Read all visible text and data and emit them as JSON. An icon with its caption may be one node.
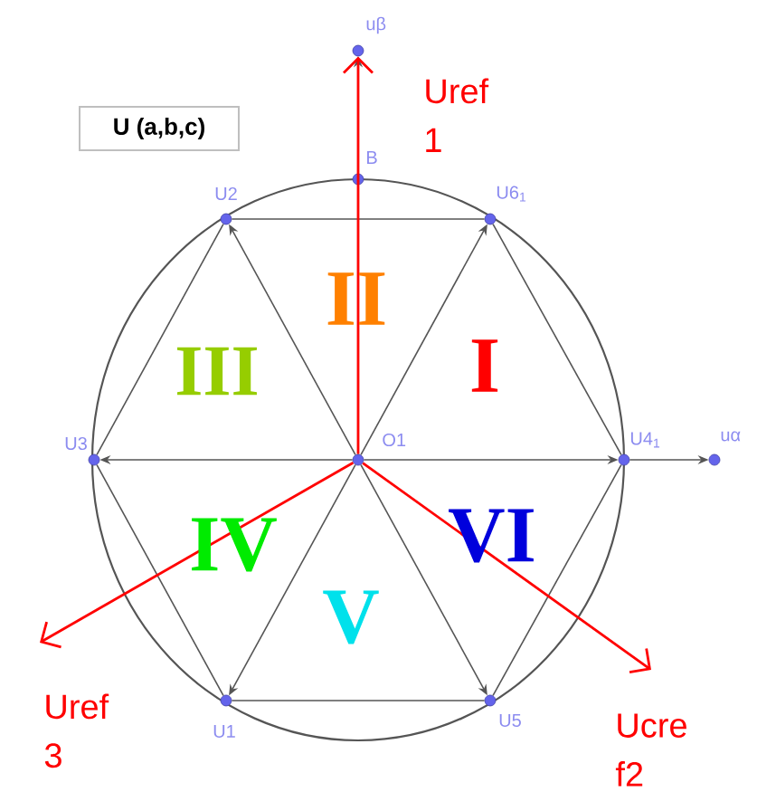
{
  "diagram": {
    "nodes": [
      {
        "text": [
          "O1"
        ]
      },
      {
        "text": [
          "uβ"
        ]
      },
      {
        "text": [
          "B"
        ]
      },
      {
        "text": [
          "U2"
        ]
      },
      {
        "text": [
          "U6$_{1}$"
        ]
      },
      {
        "text": [
          "U3"
        ]
      },
      {
        "text": [
          "U4$_{1}$"
        ]
      },
      {
        "text": [
          "uα"
        ]
      },
      {
        "text": [
          "U1"
        ]
      },
      {
        "text": [
          "U5"
        ]
      }
    ],
    "edges": [
      {
        "from": 0,
        "to": 1,
        "arrow": "to"
      },
      {
        "from": 0,
        "to": 4,
        "arrow": "to"
      },
      {
        "from": 0,
        "to": 3,
        "arrow": "to"
      },
      {
        "from": 0,
        "to": 5,
        "arrow": "to"
      },
      {
        "from": 0,
        "to": 6,
        "arrow": "to"
      },
      {
        "from": 6,
        "to": 7,
        "arrow": "to"
      },
      {
        "from": 0,
        "to": 8,
        "arrow": "to"
      },
      {
        "from": 0,
        "to": 9,
        "arrow": "to"
      },
      {
        "from": 3,
        "to": 4,
        "arrow": "none"
      },
      {
        "from": 4,
        "to": 6,
        "arrow": "none"
      },
      {
        "from": 6,
        "to": 9,
        "arrow": "none"
      },
      {
        "from": 9,
        "to": 8,
        "arrow": "none"
      },
      {
        "from": 8,
        "to": 5,
        "arrow": "none"
      },
      {
        "from": 5,
        "to": 3,
        "arrow": "none"
      },
      {
        "from": 0,
        "to": 1,
        "arrow": "to",
        "color": "#ff0000"
      },
      {
        "from": 0,
        "to": null,
        "arrow": "to",
        "color": "#ff0000"
      },
      {
        "from": 0,
        "to": null,
        "arrow": "to",
        "color": "#ff0000"
      }
    ],
    "labels": [
      "Uref 1",
      "U (a,b,c)",
      "II",
      "III",
      "I",
      "VI",
      "IV",
      "V",
      "Uref 3",
      "Ucre f2"
    ]
  }
}
